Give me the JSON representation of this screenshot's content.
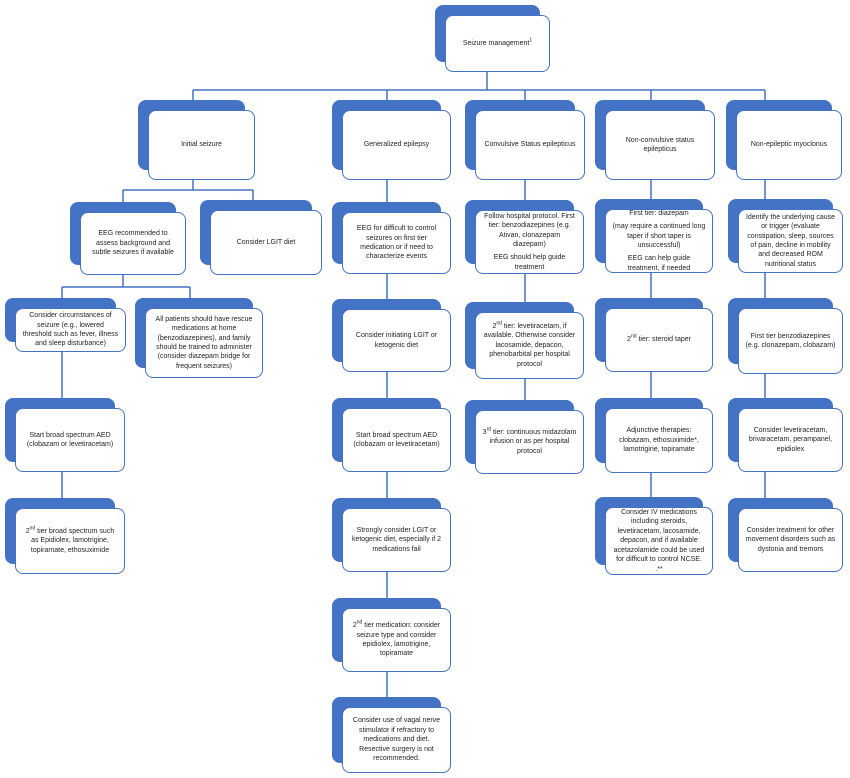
{
  "nodes": {
    "root": {
      "text": "Seizure management",
      "sup": "1"
    },
    "initial": {
      "text": "Initial seizure"
    },
    "generalized": {
      "text": "Generalized epilepsy"
    },
    "cse": {
      "text": "Convulsive Status epilepticus"
    },
    "ncse": {
      "text": "Non-convulsive status epilepticus"
    },
    "nem": {
      "text": "Non-epileptic myoclonus"
    },
    "init_eeg": {
      "text": "EEG recommended to assess background and subtle seizures if available"
    },
    "init_lgit": {
      "text": "Consider LGIT diet"
    },
    "init_circ": {
      "text": "Consider circumstances of seizure (e.g., lowered threshold such as fever, illness and sleep disturbance)"
    },
    "init_rescue": {
      "text": "All patients should have rescue medications at home (benzodiazepines), and family should be trained to administer (consider diazepam bridge for frequent seizures)"
    },
    "init_aed": {
      "text": "Start broad spectrum AED (clobazam or levetiracetam)"
    },
    "init_2nd": {
      "pre": "2",
      "sup": "nd",
      "text": " tier broad spectrum such as Epidiolex, lamotrigine, topiramate, ethosuximide"
    },
    "gen_eeg": {
      "text": "EEG for difficult to control seizures on first tier medication or if need to characterize events"
    },
    "gen_lgit": {
      "text": "Consider initiating LGIT or ketogenic diet"
    },
    "gen_aed": {
      "text": "Start broad spectrum AED (clobazam or levetiracetam)"
    },
    "gen_strong": {
      "text": "Strongly consider LGIT or ketogenic diet, especially if 2 medications fail"
    },
    "gen_2nd": {
      "pre": "2",
      "sup": "nd",
      "text": " tier medication: consider seizure type and consider epidiolex, lamotrigine, topiramate"
    },
    "gen_vagal": {
      "text": "Consider use of vagal nerve stimulator if refractory to medications and diet. Resective surgery is not recommended."
    },
    "cse_follow": {
      "text": "Follow hospital protocol. First tier: benzodiazepines (e.g. Ativan, clonazepam diazepam)",
      "text2": "EEG should help guide treatment"
    },
    "cse_2nd": {
      "pre": "2",
      "sup": "nd",
      "text": " tier: levetiracetam, if available. Otherwise consider lacosamide, depacon, phenobarbital per hospital protocol"
    },
    "cse_3rd": {
      "pre": "3",
      "sup": "rd",
      "text": " tier: continuous midazolam infusion or as per hospital protocol"
    },
    "ncse_first": {
      "text": "First tier: diazepam",
      "text2": "(may require a continued long taper if short taper is unsuccessful)",
      "text3": "EEG can help guide treatment, if needed"
    },
    "ncse_steroid": {
      "pre": "2",
      "sup": "nd",
      "text": " tier: steroid taper"
    },
    "ncse_adj": {
      "text": "Adjunctive therapies:  clobazam, ethosuximide*, lamotrigine, topiramate"
    },
    "ncse_iv": {
      "text": "Consider IV medications including steroids, levetiracetam, lacosamide, depacon, and if available acetazolamide could be used for difficult to control NCSE. .**"
    },
    "nem_identify": {
      "text": "Identify the underlying cause or trigger (evaluate constipation, sleep, sources of pain, decline in mobility and decreased ROM nutritional status"
    },
    "nem_first": {
      "text": "First tier benzodiazepines (e.g. clonazepam, clobazam)"
    },
    "nem_lev": {
      "text": "Consider levetiracetam, brivaracetam, perampanel, epidiolex"
    },
    "nem_other": {
      "text": "Consider treatment for other movement disorders such as dystonia and tremors"
    }
  },
  "colors": {
    "accent": "#4472c4",
    "connector": "#4472c4"
  }
}
